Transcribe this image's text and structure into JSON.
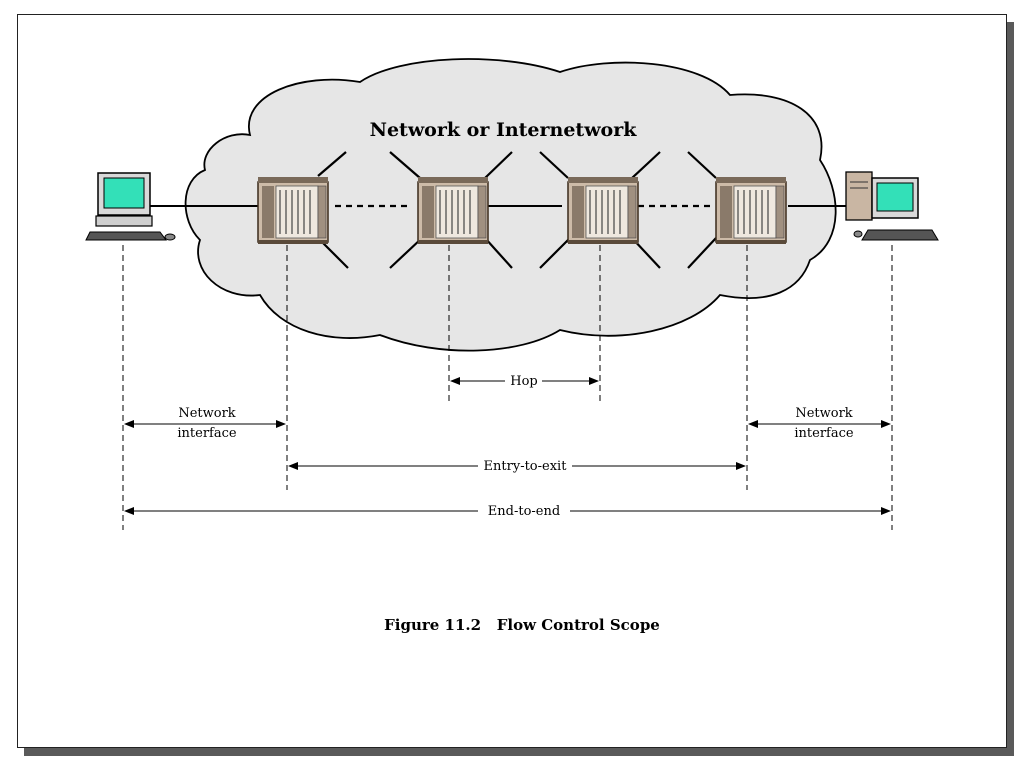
{
  "diagram": {
    "cloud_title": "Network or Internetwork",
    "dimensions": {
      "hop": "Hop",
      "network_interface_left": [
        "Network",
        "interface"
      ],
      "network_interface_right": [
        "Network",
        "interface"
      ],
      "entry_to_exit": "Entry-to-exit",
      "end_to_end": "End-to-end"
    },
    "caption": "Figure 11.2   Flow Control Scope"
  },
  "colors": {
    "cloud_fill": "#e6e6e6",
    "screen": "#33e0b8",
    "router_body": "#c9b6a3"
  },
  "icons": [
    "workstation-icon",
    "router-icon",
    "desktop-computer-icon"
  ]
}
